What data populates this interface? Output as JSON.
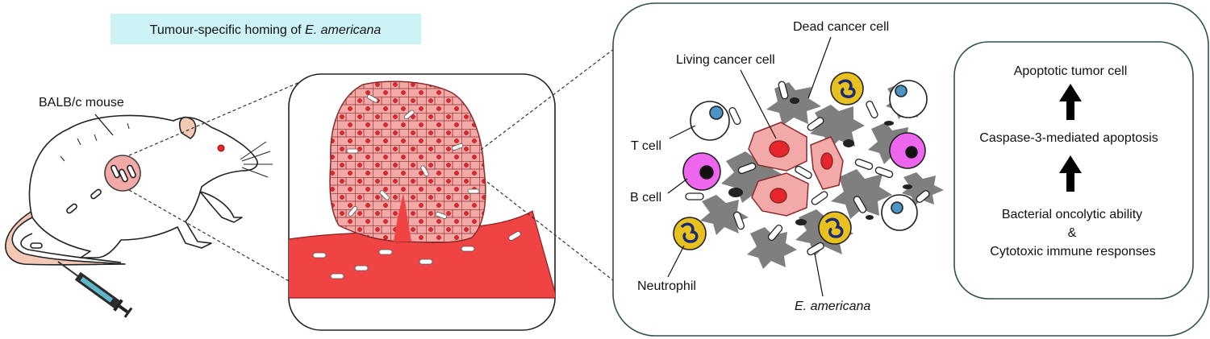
{
  "title": {
    "prefix": "Tumour-specific homing of ",
    "species": "E. americana",
    "bg_color": "#cdf3f7"
  },
  "mouse": {
    "label": "BALB/c mouse"
  },
  "microenvironment": {
    "labels": {
      "dead_cell": "Dead cancer cell",
      "living_cell": "Living cancer cell",
      "t_cell": "T cell",
      "b_cell": "B cell",
      "neutrophil": "Neutrophil",
      "bacteria": "E. americana"
    }
  },
  "mechanism": {
    "top": "Apoptotic tumor cell",
    "middle": "Caspase-3-mediated apoptosis",
    "bottom_line1": "Bacterial oncolytic ability",
    "bottom_line2": "&",
    "bottom_line3": "Cytotoxic immune responses"
  },
  "colors": {
    "tumor_cell": "#f4a9a9",
    "nucleus": "#e8252a",
    "vessel": "#f04343",
    "dead_cell": "#7f7f7f",
    "b_cell": "#ee66ee",
    "neutrophil": "#e8c11e",
    "t_cell_nucleus": "#4a93c4",
    "panel_border": "#2f4f4f"
  }
}
